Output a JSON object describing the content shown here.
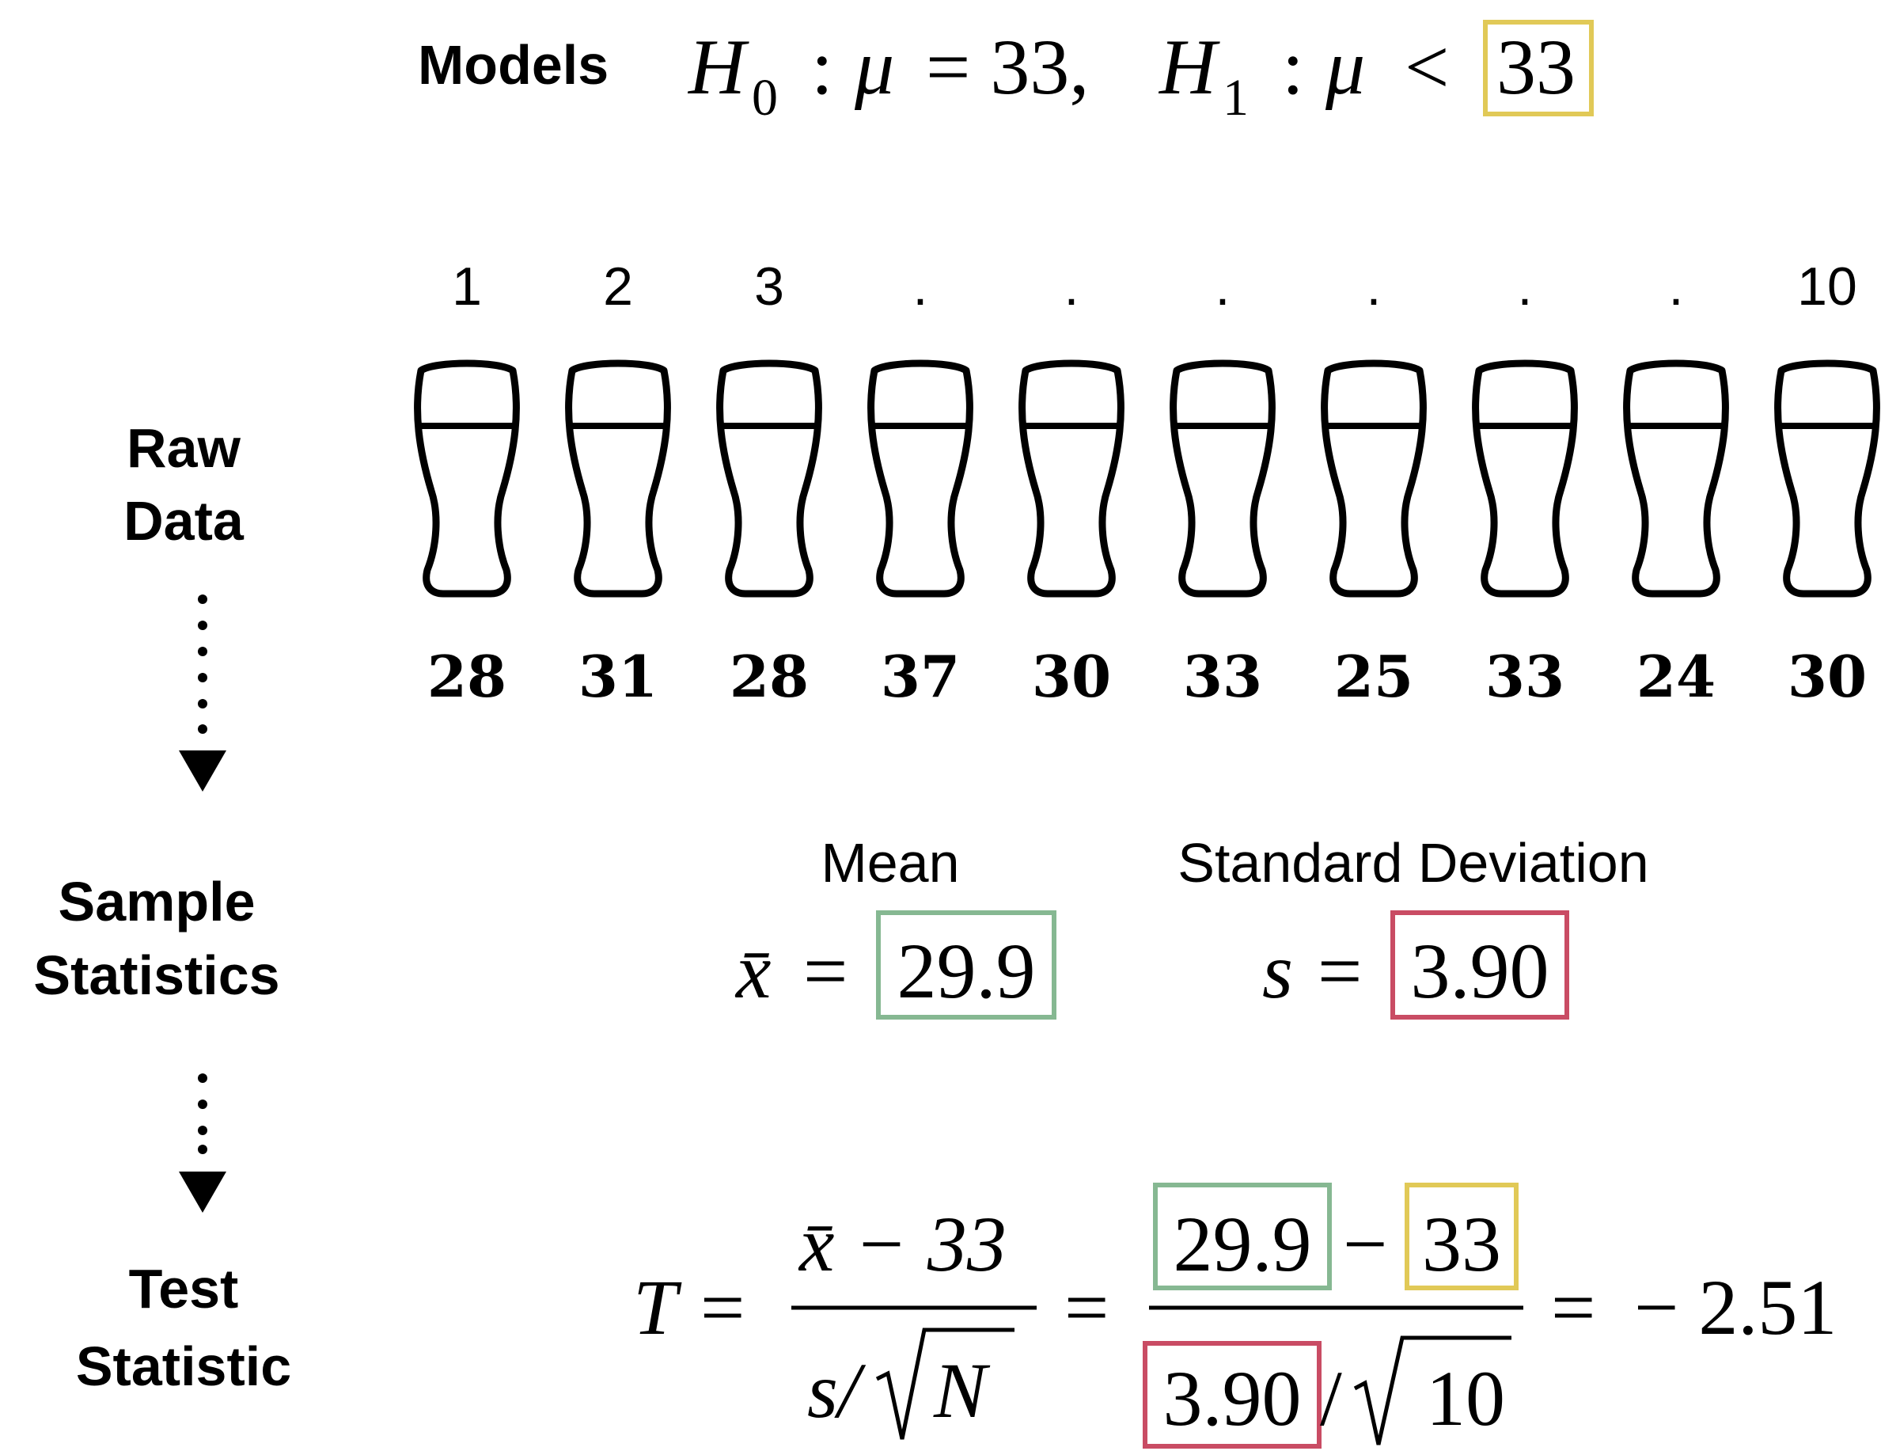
{
  "models": {
    "label": "Models",
    "h0_sym": "H",
    "h0_sub": "0",
    "h0_mu": "μ",
    "h0_eq": "= 33,",
    "h1_sym": "H",
    "h1_sub": "1",
    "h1_mu": "μ",
    "h1_lt": "<",
    "h1_value": "33",
    "colon": ":"
  },
  "raw_data": {
    "label_line1": "Raw",
    "label_line2": "Data",
    "indices": [
      "1",
      "2",
      "3",
      ".",
      ".",
      ".",
      ".",
      ".",
      ".",
      "10"
    ],
    "values": [
      "28",
      "31",
      "28",
      "37",
      "30",
      "33",
      "25",
      "33",
      "24",
      "30"
    ]
  },
  "sample_statistics": {
    "label_line1": "Sample",
    "label_line2": "Statistics",
    "mean_title": "Mean",
    "mean_symbol": "x̄",
    "mean_eq": "=",
    "mean_value": "29.9",
    "sd_title": "Standard Deviation",
    "sd_symbol": "s",
    "sd_eq": "=",
    "sd_value": "3.90"
  },
  "test_statistic": {
    "label_line1": "Test",
    "label_line2": "Statistic",
    "T": "T",
    "eq1": "=",
    "num_symbolic": "x̄ − 33",
    "den_s": "s/",
    "den_N": "N",
    "eq2": "=",
    "num_mean": "29.9",
    "num_minus": "−",
    "num_mu0": "33",
    "den_sd": "3.90",
    "den_slash": "/",
    "den_n": "10",
    "eq3": "=",
    "result": "− 2.51"
  },
  "colors": {
    "yellow_box": "#e1c957",
    "green_box": "#86b892",
    "red_box": "#c94c64",
    "ink": "#000000"
  }
}
